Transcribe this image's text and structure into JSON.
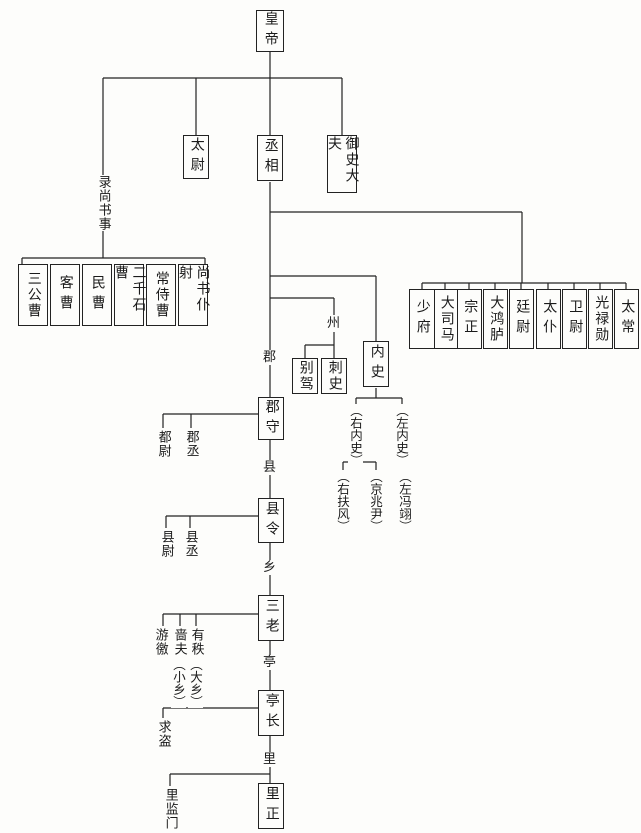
{
  "nodes": {
    "huangdi": "皇帝",
    "taiwei": "太尉",
    "chengxiang": "丞相",
    "yushidafu": "御史大夫",
    "lushangshushi": "录尚书事",
    "sangongcao": "三公曹",
    "kecao": "客曹",
    "mincao": "民曹",
    "erqianshicao": "二千石曹",
    "changshicao": "常侍曹",
    "shangshupuye": "尚书仆射",
    "shaofu": "少府",
    "dasima": "大司马",
    "zongzheng": "宗正",
    "dahonglu": "大鸿胪",
    "tingwei": "廷尉",
    "taipu": "太仆",
    "weiwei": "卫尉",
    "guangluxun": "光禄勋",
    "taichang": "太常",
    "zhou": "州",
    "biejia": "别驾",
    "cishi": "刺史",
    "neishi": "内史",
    "youneishi": "（右内史）",
    "zuoneishi": "（左内史）",
    "youfufeng": "（右扶风）",
    "jingzhaoyin": "（京兆尹）",
    "zuopingyi": "（左冯翊）",
    "jun": "郡",
    "junshou": "郡守",
    "junwei": "都尉",
    "juncheng": "郡丞",
    "xian": "县",
    "xianling": "县令",
    "xianwei": "县尉",
    "xiancheng": "县丞",
    "xiang": "乡",
    "sanlao": "三老",
    "youjiao": "游徼",
    "sefu": "啬夫",
    "xiaoxiang": "（小乡）",
    "youzhi": "有秩",
    "daxiang": "（大乡）",
    "ting": "亭",
    "tingzhang": "亭长",
    "qiudao": "求盗",
    "li": "里",
    "lizheng": "里正",
    "lijianmen": "里监门"
  }
}
